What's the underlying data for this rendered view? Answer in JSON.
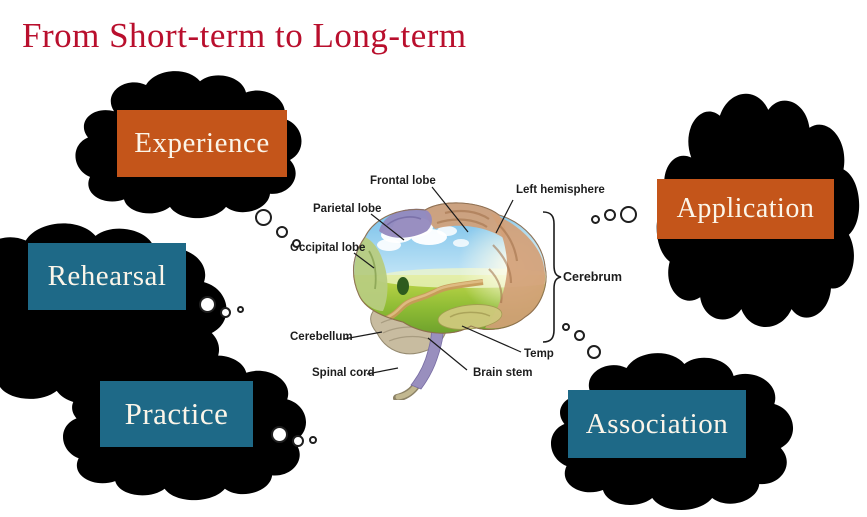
{
  "slide_title": {
    "text": "From Short-term to Long-term",
    "color": "#B90F2D"
  },
  "theme": {
    "orange": "#C4551A",
    "teal": "#1E6987",
    "cloud_outline": "#1F1F1F",
    "background": "#FFFFFF",
    "box_text_color": "#FBF5E9",
    "diagram_label_color": "#1D1D1D"
  },
  "thought_bubbles": [
    {
      "label": "Experience",
      "fill": "#C4551A",
      "position": "top-left"
    },
    {
      "label": "Rehearsal",
      "fill": "#1E6987",
      "position": "middle-left"
    },
    {
      "label": "Practice",
      "fill": "#1E6987",
      "position": "bottom-left"
    },
    {
      "label": "Application",
      "fill": "#C4551A",
      "position": "top-right"
    },
    {
      "label": "Association",
      "fill": "#1E6987",
      "position": "bottom-right"
    }
  ],
  "brain_diagram": {
    "labels": {
      "frontal_lobe": "Frontal lobe",
      "left_hemisphere": "Left hemisphere",
      "parietal_lobe": "Parietal lobe",
      "occipital_lobe": "Occipital lobe",
      "cerebrum": "Cerebrum",
      "cerebellum": "Cerebellum",
      "temporal": "Temp",
      "spinal_cord": "Spinal cord",
      "brain_stem": "Brain stem"
    }
  }
}
